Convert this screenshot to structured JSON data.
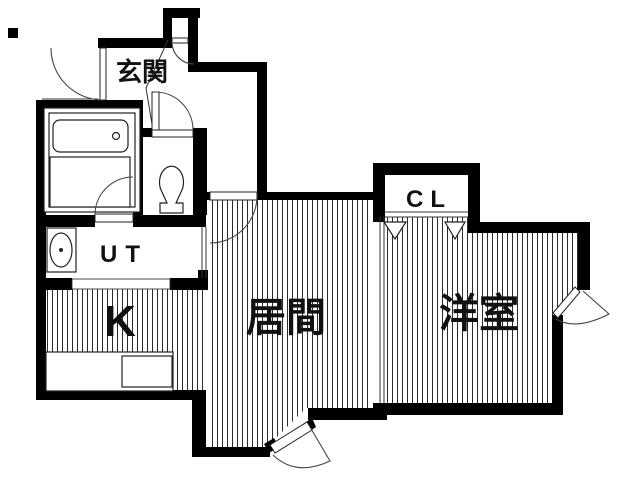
{
  "floorplan": {
    "labels": {
      "entrance": "玄関",
      "utility": "UT",
      "kitchen": "K",
      "living": "居間",
      "western_room": "洋室",
      "closet": "CL"
    },
    "colors": {
      "wall": "#000000",
      "background": "#ffffff",
      "hatch_line": "#2a2a2a",
      "thin_line": "#333333"
    }
  }
}
